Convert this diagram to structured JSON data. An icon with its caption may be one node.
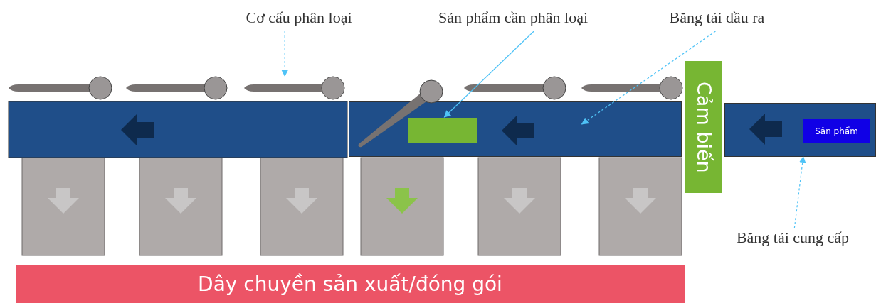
{
  "diagram": {
    "nodes": [
      {
        "text": [
          "Cơ cấu phân loại"
        ]
      },
      {
        "text": [],
        "shape": "bar"
      },
      {
        "text": [
          "Sản phẩm cần phân loại"
        ]
      },
      {
        "text": [],
        "shape": "box",
        "in": 5
      },
      {
        "text": [
          "Băng tải dầu ra"
        ]
      },
      {
        "text": [],
        "shape": "bar"
      },
      {
        "text": [
          "Cảm biến"
        ]
      },
      {
        "text": [],
        "shape": "bar"
      },
      {
        "text": [
          "Sản phẩm"
        ],
        "in": 7
      },
      {
        "text": [
          "Băng tải cung cấp"
        ]
      },
      {
        "text": [
          "Dây chuyền sản xuất/đóng gói"
        ]
      }
    ],
    "edges": [
      {
        "from": 0,
        "to": 1,
        "arrow": "to",
        "style": "dashed"
      },
      {
        "from": 2,
        "to": 3,
        "arrow": "to"
      },
      {
        "from": 4,
        "to": 5,
        "arrow": "to",
        "style": "dashed"
      },
      {
        "from": 9,
        "to": 7,
        "arrow": "to",
        "style": "dashed"
      }
    ]
  }
}
